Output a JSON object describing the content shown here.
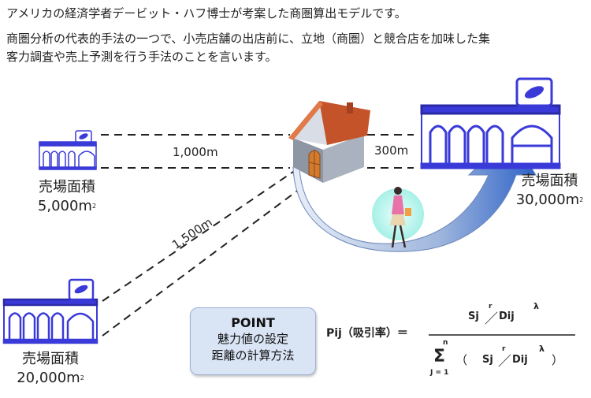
{
  "intro": {
    "line1": "アメリカの経済学者デービット・ハフ博士が考案した商圏算出モデルです。",
    "line2": "商圏分析の代表的手法の一つで、小売店舗の出店前に、立地（商圏）と競合店を加味した集",
    "line3": "客力調査や売上予測を行う手法のことを言います。"
  },
  "stores": {
    "small": {
      "label": "売場面積",
      "area": "5,000m",
      "unit_sup": "2"
    },
    "large": {
      "label": "売場面積",
      "area": "30,000m",
      "unit_sup": "2"
    },
    "medium": {
      "label": "売場面積",
      "area": "20,000m",
      "unit_sup": "2"
    }
  },
  "distances": {
    "small": "1,000m",
    "large": "300m",
    "medium": "1,500m"
  },
  "point": {
    "title": "POINT",
    "line1": "魅力値の設定",
    "line2": "距離の計算方法"
  },
  "formula": {
    "lhs": "Pij（吸引率）＝",
    "numerator": "Sj",
    "num_sup_r": "r",
    "num_div": "Dij",
    "num_sup_lambda": "λ",
    "sigma": "Σ",
    "sigma_top": "n",
    "sigma_bottom": "J = 1",
    "paren_open": "（",
    "den_sj": "Sj",
    "den_sup_r": "r",
    "den_dij": "Dij",
    "den_sup_lambda": "λ",
    "paren_close": "）"
  },
  "colors": {
    "store_blue": "#3a3ad8",
    "arrow_blue": "#2f63c8",
    "roof": "#c4532a",
    "point_fill": "#d9e4f5"
  }
}
